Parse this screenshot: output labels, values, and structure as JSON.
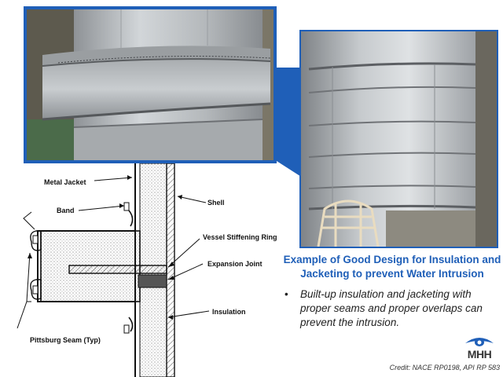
{
  "diagram": {
    "labels": {
      "metal_jacket": "Metal Jacket",
      "band": "Band",
      "shell": "Shell",
      "stiffening_ring": "Vessel Stiffening Ring",
      "expansion_joint": "Expansion Joint",
      "insulation": "Insulation",
      "pitsburg_seam": "Pittsburg Seam (Typ)"
    }
  },
  "caption": {
    "title": "Example of Good Design for Insulation and Jacketing to prevent Water Intrusion",
    "bullet": "Built-up insulation and jacketing with proper seams and proper overlaps can prevent the intrusion."
  },
  "logo": {
    "text": "MHH"
  },
  "credit": "Credit: NACE RP0198, API RP 583",
  "colors": {
    "accent": "#1f5fb8",
    "jacket": "#b8bcc0",
    "band": "#6e6a62"
  }
}
